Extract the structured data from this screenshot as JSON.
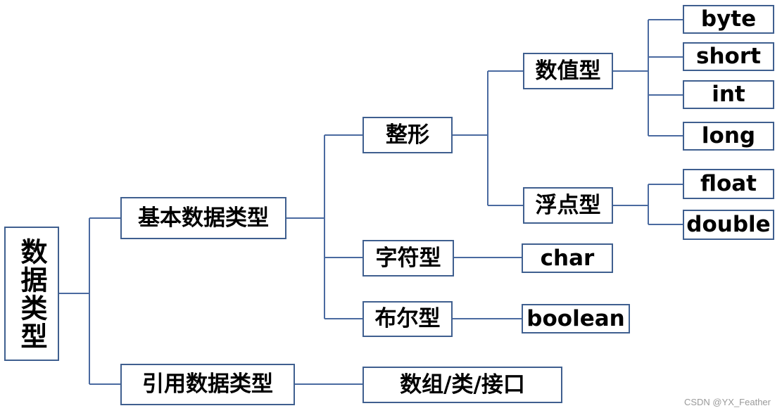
{
  "root": "数据类型",
  "level1": {
    "primitive": "基本数据类型",
    "reference": "引用数据类型"
  },
  "level2": {
    "integer": "整形",
    "char": "字符型",
    "boolean": "布尔型",
    "ref_types": "数组/类/接口"
  },
  "level3": {
    "numeric": "数值型",
    "floating": "浮点型",
    "char_type": "char",
    "boolean_type": "boolean"
  },
  "numeric_types": [
    "byte",
    "short",
    "int",
    "long"
  ],
  "float_types": [
    "float",
    "double"
  ],
  "watermark": "CSDN @YX_Feather",
  "colors": {
    "line": "#4a6aa0",
    "border": "#3f5f8f"
  }
}
